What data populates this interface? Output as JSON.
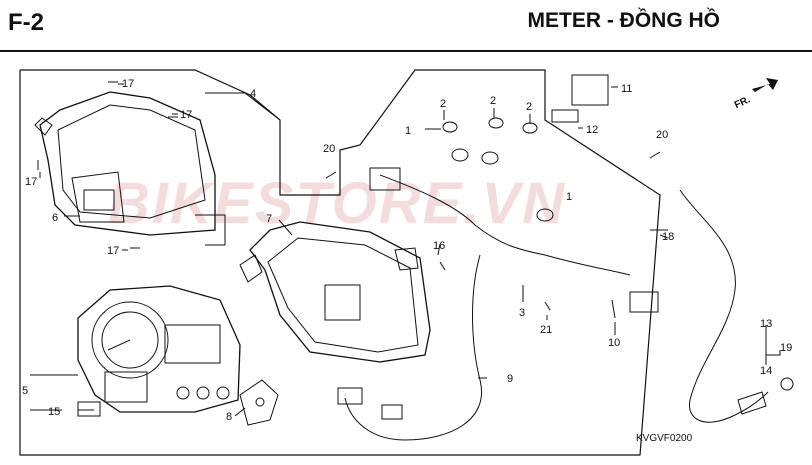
{
  "header": {
    "section_code": "F-2",
    "title": "METER - ĐỒNG HỒ"
  },
  "watermark": "BIKESTORE.VN",
  "direction_label": "FR.",
  "drawing_code": "KVGVF0200",
  "callouts": [
    "1",
    "2",
    "3",
    "4",
    "5",
    "6",
    "7",
    "8",
    "9",
    "10",
    "11",
    "12",
    "13",
    "14",
    "15",
    "16",
    "17",
    "18",
    "19",
    "20",
    "21"
  ],
  "colors": {
    "line": "#111111",
    "watermark": "#c83c3c"
  }
}
